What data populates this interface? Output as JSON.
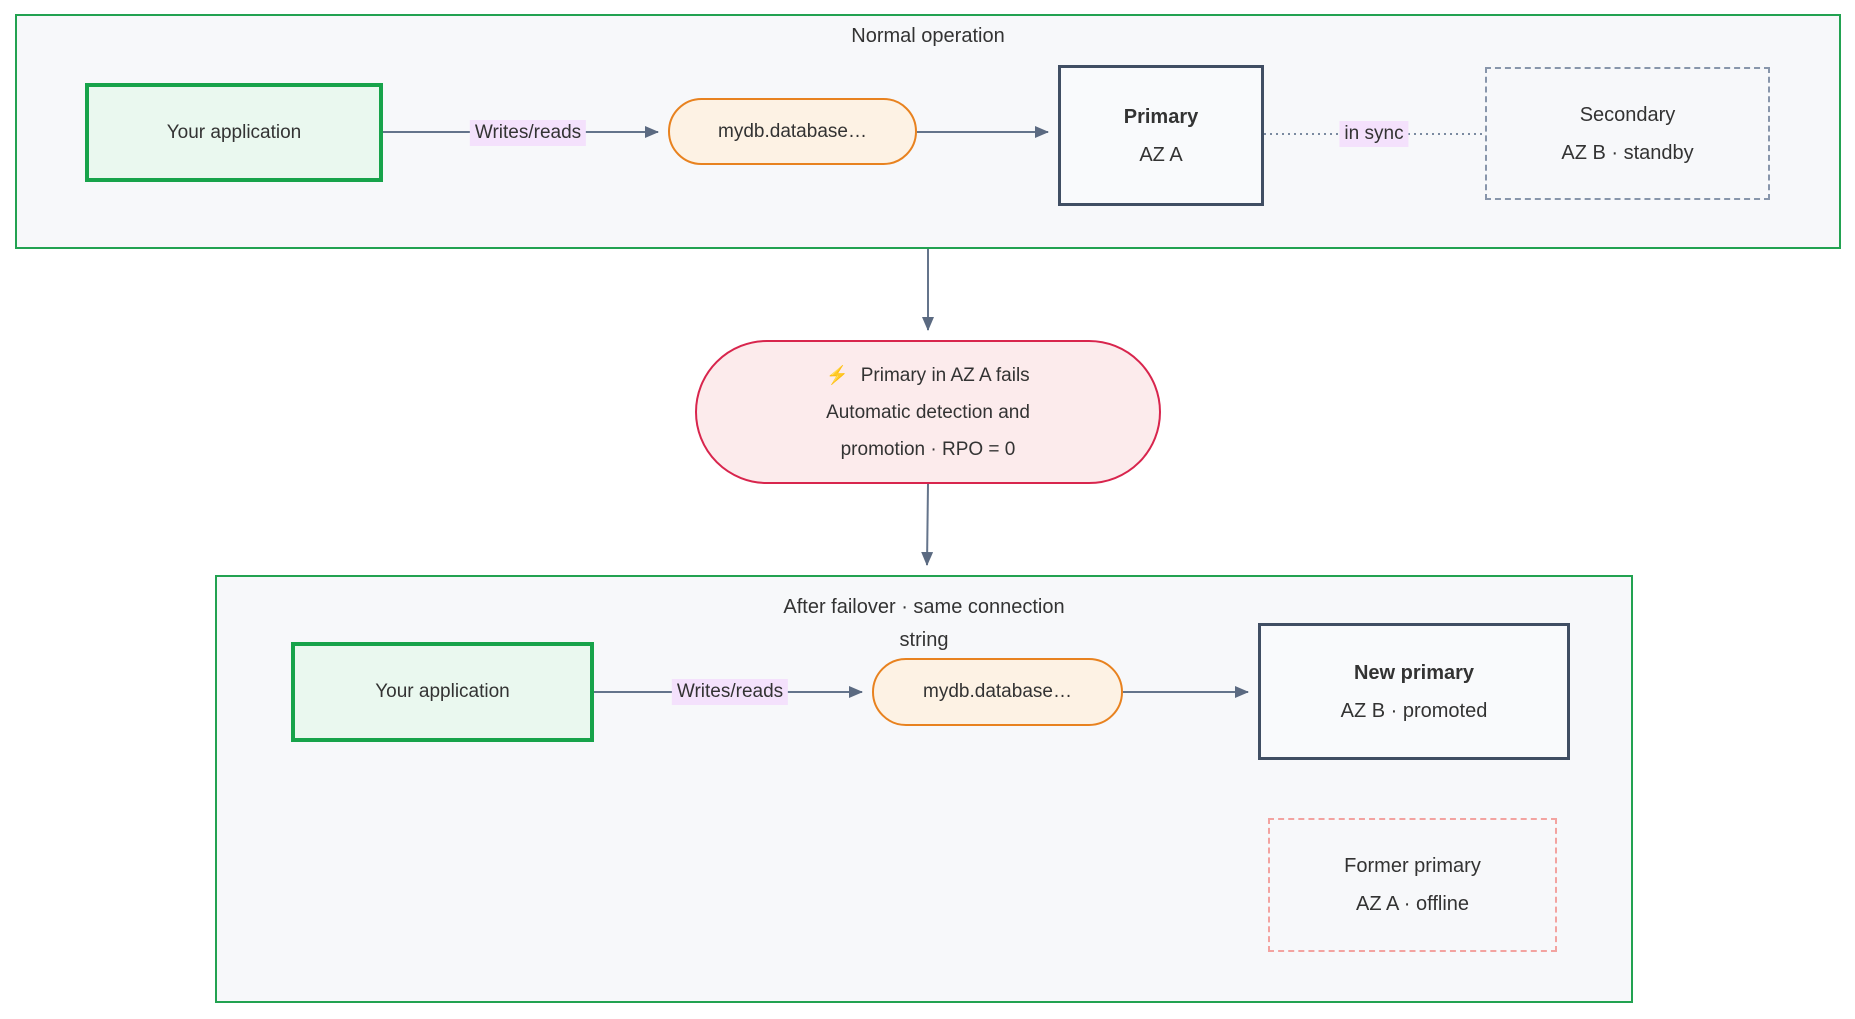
{
  "diagram": {
    "normal_section": {
      "title": "Normal operation",
      "app_label": "Your application",
      "edge_label": "Writes/reads",
      "conn_label": "mydb.database…",
      "primary_title": "Primary",
      "primary_sub": "AZ A",
      "sync_label": "in sync",
      "secondary_title": "Secondary",
      "secondary_sub": "AZ B · standby"
    },
    "failure_node": {
      "icon": "⚡",
      "line1": "Primary in AZ A fails",
      "line2": "Automatic detection and",
      "line3": "promotion · RPO = 0"
    },
    "after_section": {
      "title_line1": "After failover · same connection",
      "title_line2": "string",
      "app_label": "Your application",
      "edge_label": "Writes/reads",
      "conn_label": "mydb.database…",
      "new_primary_title": "New primary",
      "new_primary_sub": "AZ B · promoted",
      "former_title": "Former primary",
      "former_sub": "AZ A · offline"
    },
    "colors": {
      "subgraph_border": "#22a251",
      "subgraph_fill": "#f7f8fa",
      "app_border": "#17a34a",
      "app_fill": "#eaf8ef",
      "conn_border": "#e8821f",
      "conn_fill": "#fdf2e4",
      "primary_border": "#404e63",
      "primary_fill": "#f9fafc",
      "secondary_border": "#8896ab",
      "fail_border": "#d8254d",
      "fail_fill": "#fcebec",
      "former_border": "#f3a3a0",
      "edge": "#64748b",
      "arrowhead": "#5b6a81",
      "label_bg": "#f4e1fc",
      "text": "#333333"
    }
  }
}
